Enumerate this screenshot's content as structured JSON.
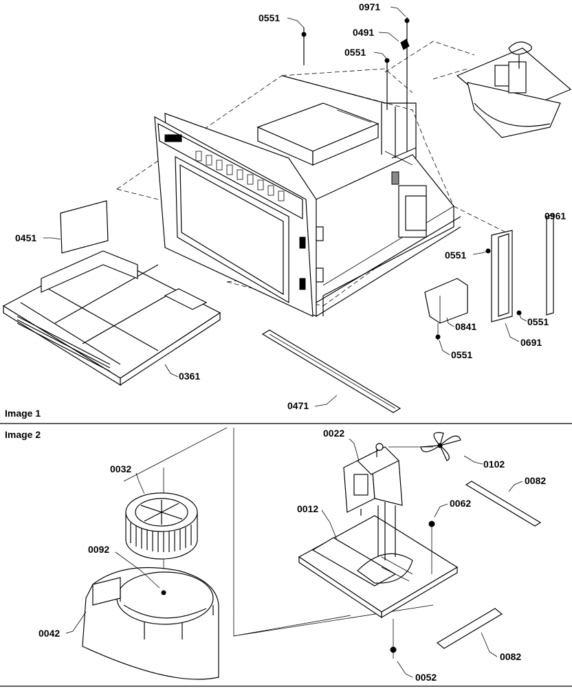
{
  "sections": [
    {
      "label": "Image 1"
    },
    {
      "label": "Image 2"
    }
  ],
  "parts": {
    "p0971": "0971",
    "p0551_top": "0551",
    "p0491": "0491",
    "p0551_mid": "0551",
    "p0451": "0451",
    "p0961": "0961",
    "p0551_right": "0551",
    "p0551_br": "0551",
    "p0841": "0841",
    "p0691": "0691",
    "p0551_bottom": "0551",
    "p0361": "0361",
    "p0471": "0471",
    "p0022": "0022",
    "p0102": "0102",
    "p0032": "0032",
    "p0012": "0012",
    "p0062": "0062",
    "p0082_top": "0082",
    "p0092": "0092",
    "p0042": "0042",
    "p0082_bottom": "0082",
    "p0052": "0052"
  }
}
